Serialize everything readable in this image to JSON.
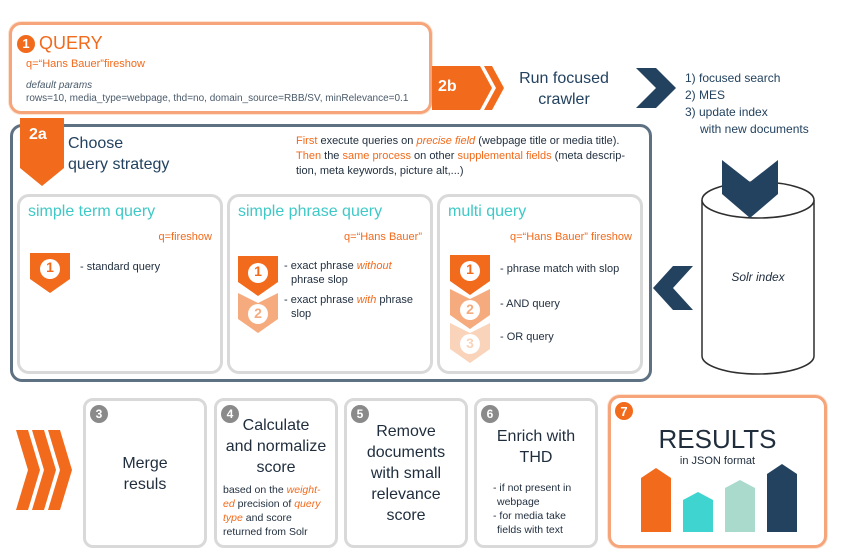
{
  "query": {
    "num": "1",
    "title": "QUERY",
    "q": "q=“Hans Bauer”fireshow",
    "params_label": "default params",
    "params": "rows=10,  media_type=webpage, thd=no, domain_source=RBB/SV, minRelevance=0.1"
  },
  "crawler": {
    "num": "2b",
    "label_line1": "Run focused",
    "label_line2": "crawler",
    "steps": [
      "1) focused search",
      "2) MES",
      "3) update index",
      "with new documents"
    ]
  },
  "strategy": {
    "num": "2a",
    "title_line1": "Choose",
    "title_line2": "query strategy",
    "note_line1_a": "First",
    "note_line1_b": " execute queries on ",
    "note_line1_c": "precise field",
    "note_line1_d": " (webpage title or media title).",
    "note_line2_a": "Then",
    "note_line2_b": " the ",
    "note_line2_c": "same process",
    "note_line2_d": " on other ",
    "note_line2_e": "supplemental fields",
    "note_line2_f": " (meta descrip-",
    "note_line3": "tion, meta keywords, picture alt,...)"
  },
  "simple_term": {
    "title": "simple term query",
    "q": "q=fireshow",
    "items": [
      {
        "num": "1",
        "text": "- standard query"
      }
    ]
  },
  "simple_phrase": {
    "title": "simple phrase query",
    "q": "q=“Hans Bauer”",
    "item1_a": "- exact phrase ",
    "item1_b": "without",
    "item1_c": "phrase  slop",
    "item2_a": "- exact phrase ",
    "item2_b": "with",
    "item2_c": " phrase",
    "item2_d": "slop",
    "nums": [
      "1",
      "2"
    ]
  },
  "multi": {
    "title": "multi query",
    "q": "q=“Hans Bauer” fireshow",
    "items": [
      {
        "num": "1",
        "text": "- phrase match with slop"
      },
      {
        "num": "2",
        "text": "- AND query"
      },
      {
        "num": "3",
        "text": "- OR query"
      }
    ]
  },
  "solr": {
    "label": "Solr index"
  },
  "steps": {
    "merge": {
      "num": "3",
      "line1": "Merge",
      "line2": "resuls"
    },
    "calc": {
      "num": "4",
      "line1": "Calculate",
      "line2": "and normalize",
      "line3": "score",
      "d1": "based on the ",
      "d1b": "weight-",
      "d2a": "ed",
      "d2b": " precision of ",
      "d2c": "query",
      "d3a": "type",
      "d3b": " and score",
      "d4": "returned from Solr"
    },
    "remove": {
      "num": "5",
      "line1": "Remove",
      "line2": "documents",
      "line3": "with small",
      "line4": "relevance",
      "line5": "score"
    },
    "enrich": {
      "num": "6",
      "line1": "Enrich with",
      "line2": "THD",
      "d1": "- if not present in",
      "d2": "webpage",
      "d3": "- for media take",
      "d4": "fields with text"
    },
    "results": {
      "num": "7",
      "title": "RESULTS",
      "sub": "in JSON format"
    }
  },
  "colors": {
    "orange": "#f26a1b",
    "navy": "#23425f",
    "teal": "#3ec9c7",
    "mint": "#a9dacb",
    "gray": "#8a8a8a"
  }
}
